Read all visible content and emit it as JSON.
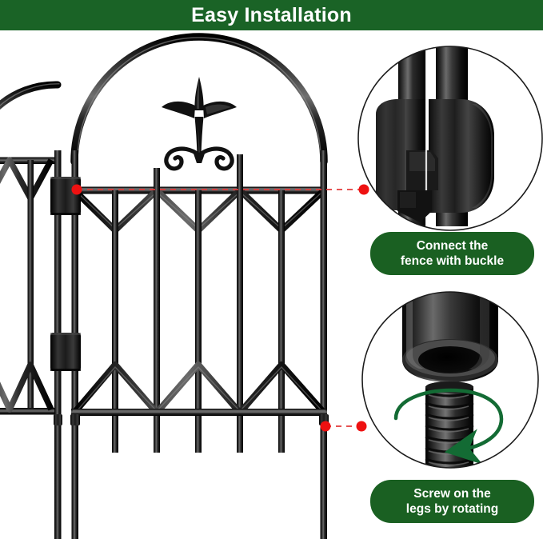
{
  "header": {
    "title": "Easy Installation",
    "background_color": "#1a6326",
    "text_color": "#ffffff"
  },
  "product": {
    "name": "decorative-metal-garden-fence-panel",
    "color": "#111111",
    "description": "Black arched wrought-iron style garden border fence panel with fleur-de-lis finial, zigzag lattice bands and ground stake legs"
  },
  "callouts": [
    {
      "id": "connect-fence-with-buckle",
      "line1": "Connect the",
      "line2": "fence with buckle",
      "pill_color": "#1a6022",
      "text_color": "#ffffff",
      "detail_image": "two-fence-posts-joined-by-plastic-buckle-clip",
      "marker_color": "#ee1111"
    },
    {
      "id": "screw-on-legs-by-rotating",
      "line1": "Screw on the",
      "line2": "legs by rotating",
      "pill_color": "#1a6022",
      "text_color": "#ffffff",
      "detail_image": "hollow-post-end-above-threaded-screw-leg-with-rotation-arrow",
      "marker_color": "#ee1111",
      "arrow_color": "#136b34"
    }
  ],
  "annotations": {
    "leader_line_color": "#e23b3b",
    "leader_line_style": "dashed",
    "dot_color": "#ee1111",
    "circle_outline_color": "#1c1c1c"
  }
}
